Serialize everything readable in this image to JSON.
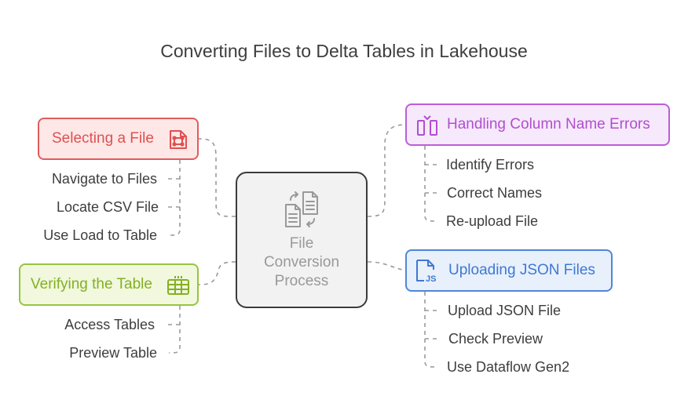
{
  "title": "Converting Files to Delta Tables in Lakehouse",
  "center": {
    "line1": "File",
    "line2": "Conversion",
    "line3": "Process",
    "icon": "file-convert-icon"
  },
  "branches": {
    "selecting": {
      "label": "Selecting a File",
      "icon": "file-select-icon",
      "color": "#e05d5d",
      "items": [
        "Navigate to Files",
        "Locate CSV File",
        "Use Load to Table"
      ]
    },
    "verifying": {
      "label": "Verifying the Table",
      "icon": "table-icon",
      "color": "#97c43f",
      "items": [
        "Access Tables",
        "Preview Table"
      ]
    },
    "handling": {
      "label": "Handling Column Name Errors",
      "icon": "columns-icon",
      "color": "#bb5ed8",
      "items": [
        "Identify Errors",
        "Correct Names",
        "Re-upload File"
      ]
    },
    "uploading": {
      "label": "Uploading JSON Files",
      "icon": "js-file-icon",
      "color": "#4f86d8",
      "items": [
        "Upload JSON File",
        "Check Preview",
        "Use Dataflow Gen2"
      ]
    }
  }
}
